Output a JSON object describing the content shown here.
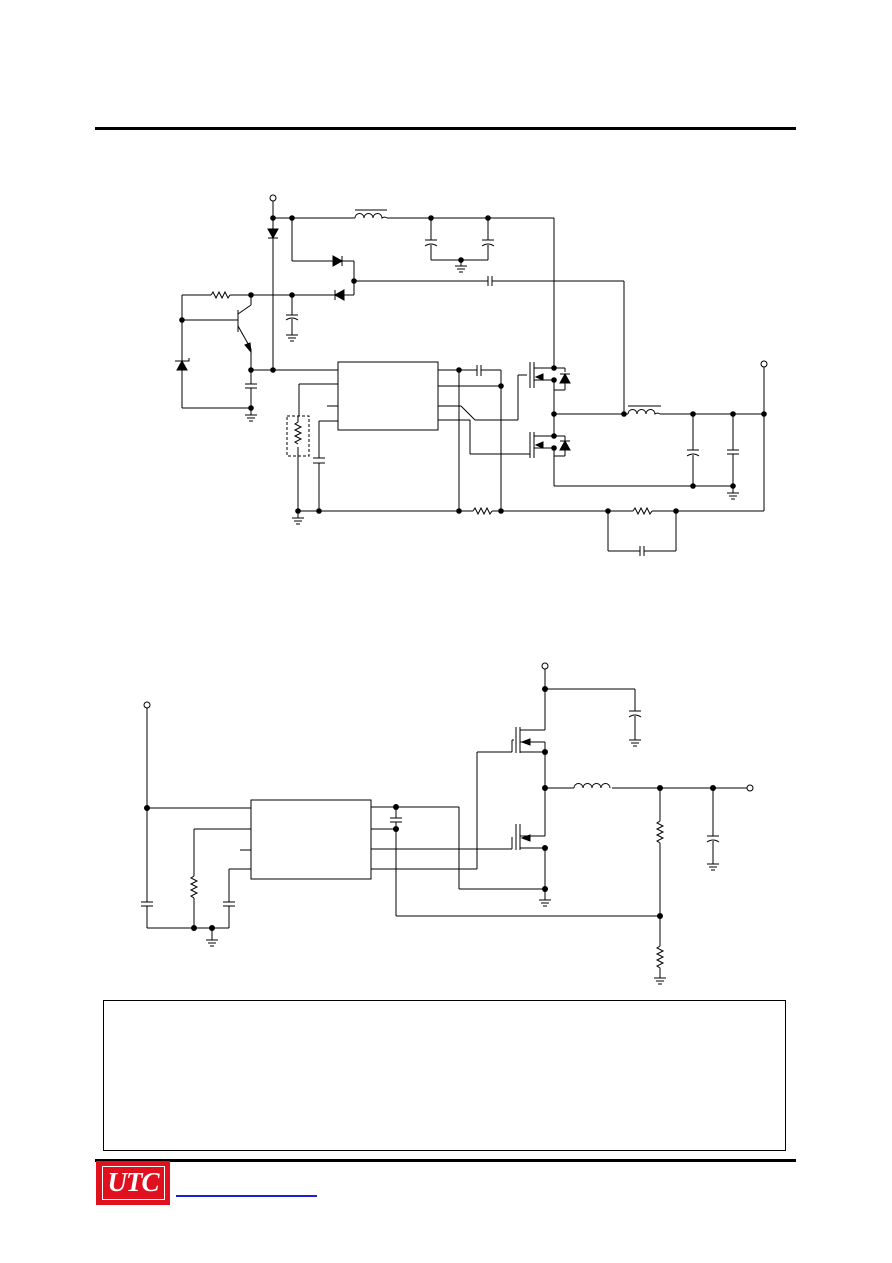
{
  "page": {
    "header_text": "",
    "footer_link_text": ""
  },
  "logo": {
    "text": "UTC",
    "background_color": "#e0101e",
    "text_color": "#ffffff"
  },
  "colors": {
    "wire": "#000000",
    "link": "#1a20d8"
  },
  "diagrams": [
    {
      "id": "schematic-1",
      "kind": "circuit-schematic",
      "component_labels": []
    },
    {
      "id": "schematic-2",
      "kind": "circuit-schematic",
      "component_labels": []
    }
  ]
}
